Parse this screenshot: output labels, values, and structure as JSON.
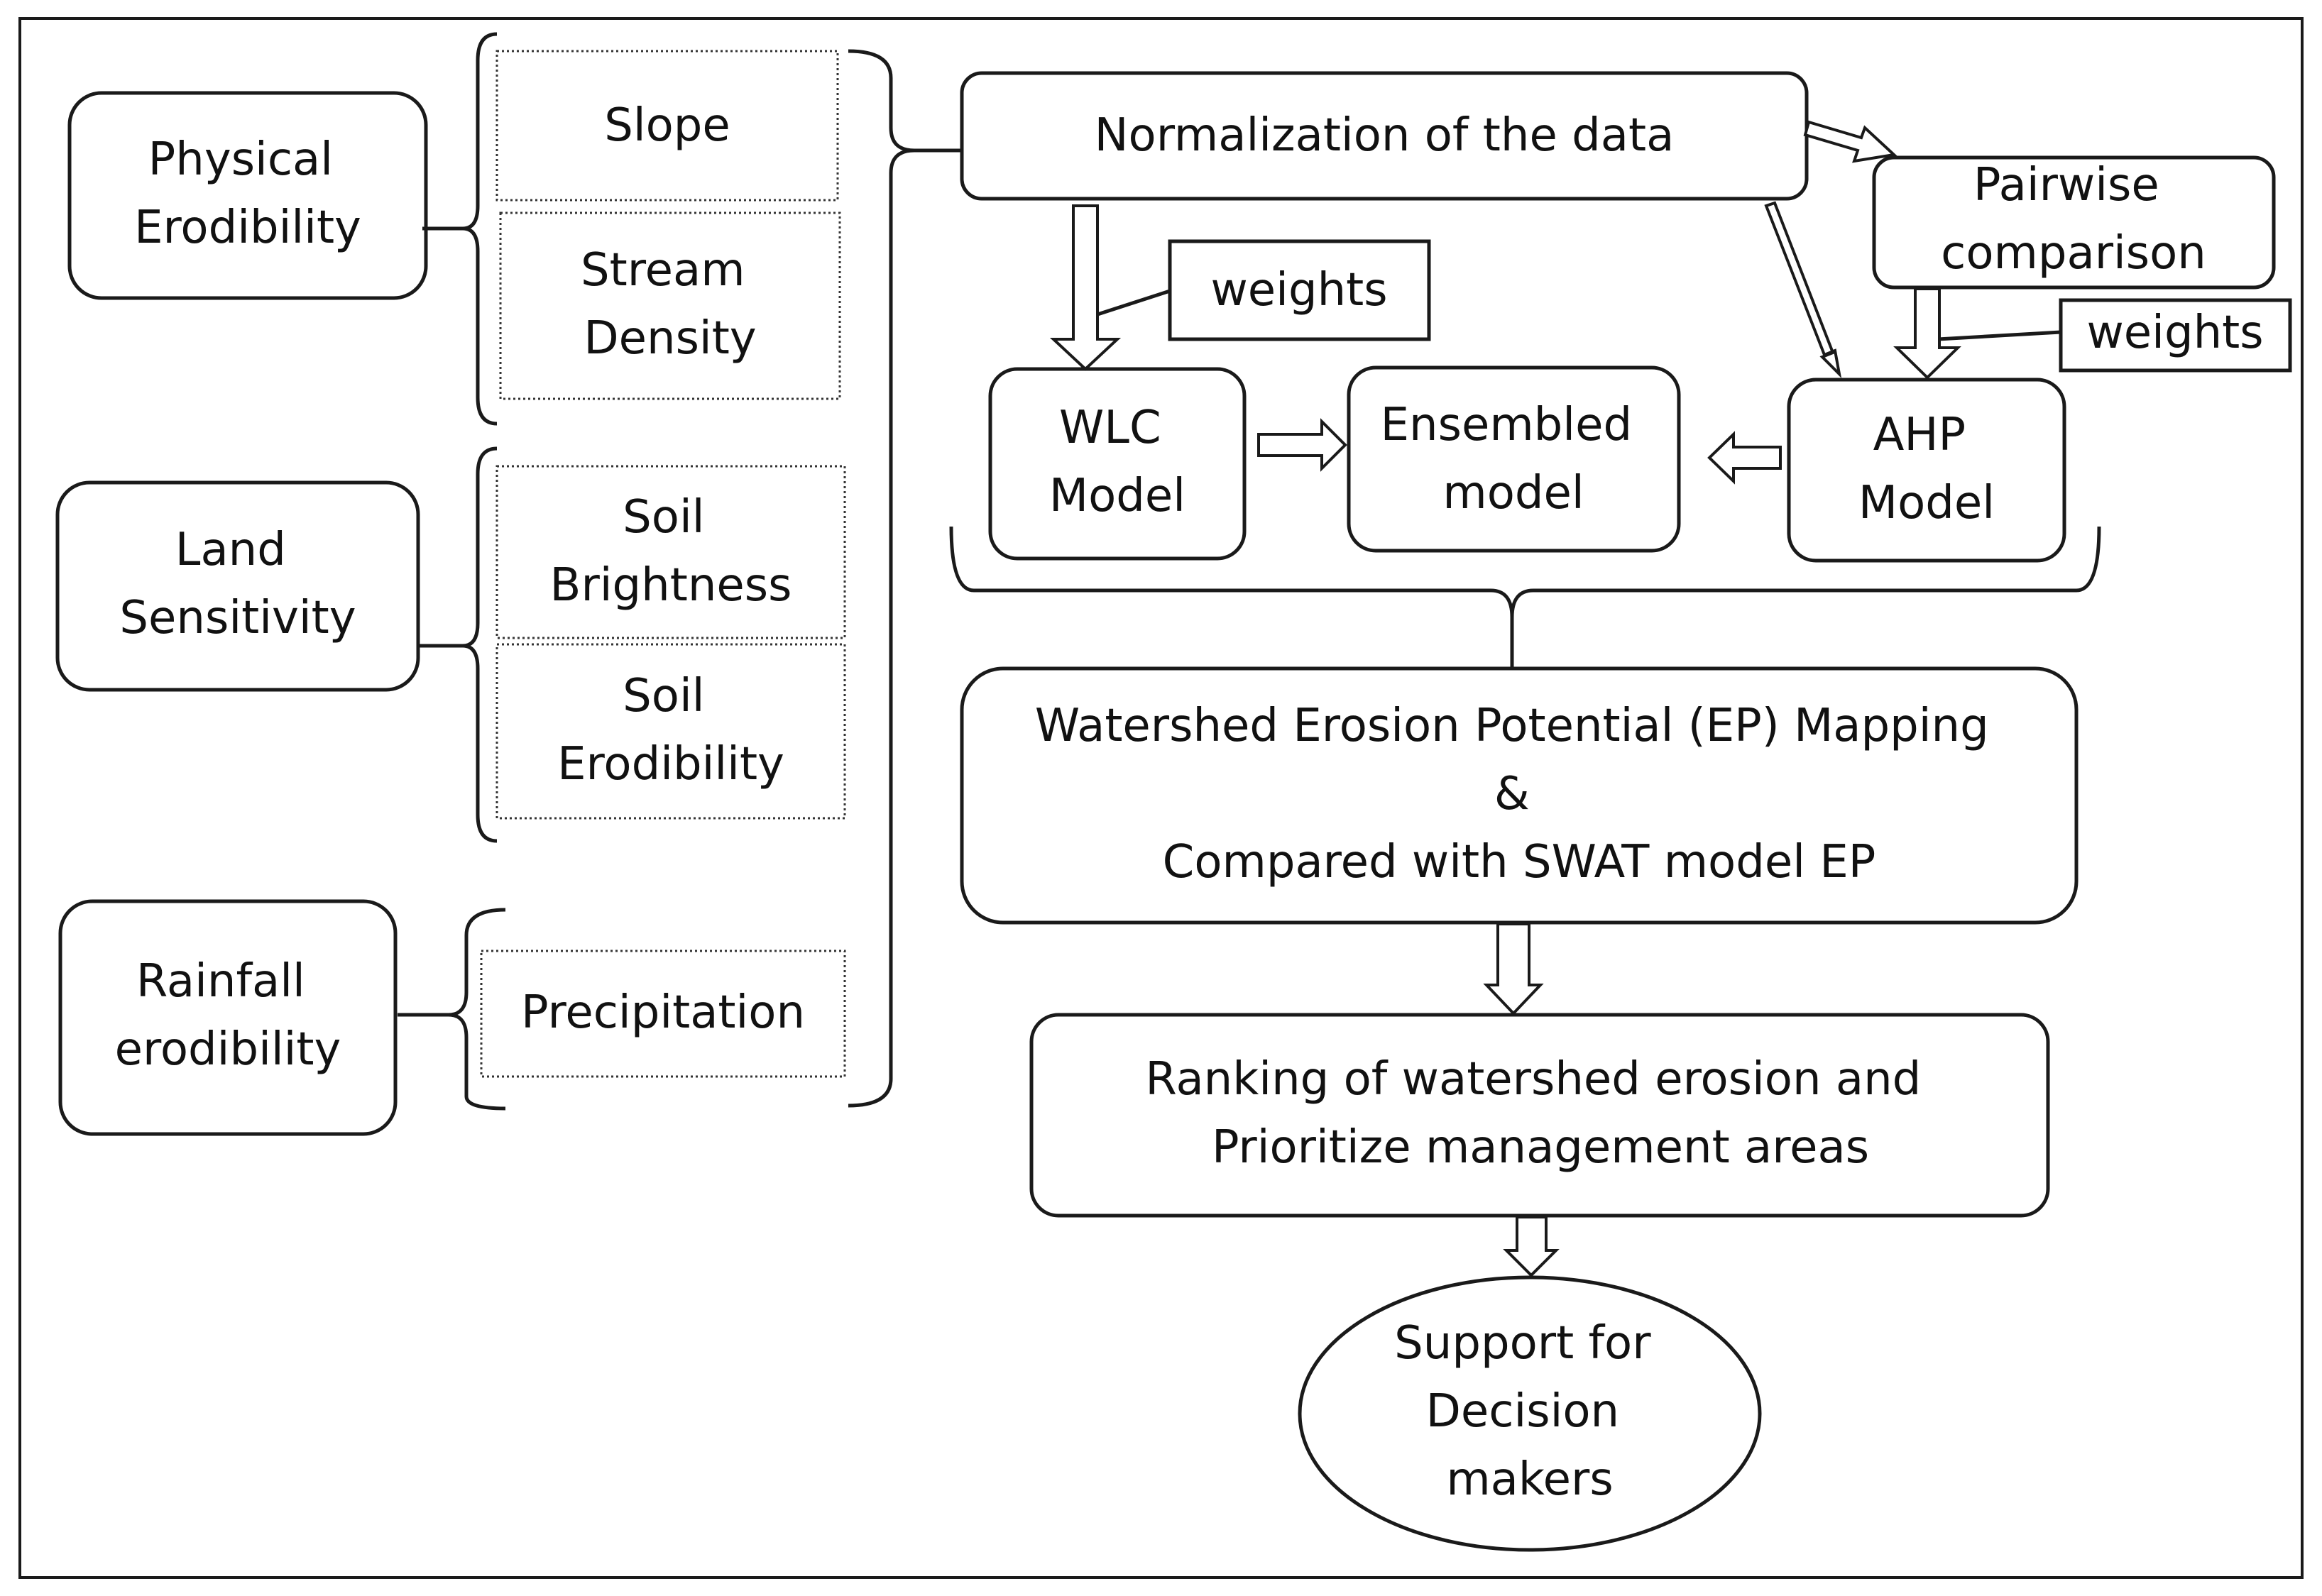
{
  "nodes": {
    "physical_erodibility": [
      "Physical",
      "Erodibility"
    ],
    "land_sensitivity": [
      "Land",
      "Sensitivity"
    ],
    "rainfall_erodibility": [
      "Rainfall",
      "erodibility"
    ],
    "slope": [
      "Slope"
    ],
    "stream_density": [
      "Stream",
      "Density"
    ],
    "soil_brightness": [
      "Soil",
      "Brightness"
    ],
    "soil_erodibility": [
      "Soil",
      "Erodibility"
    ],
    "precipitation": [
      "Precipitation"
    ],
    "normalization": [
      "Normalization of the data"
    ],
    "pairwise": [
      "Pairwise",
      "comparison"
    ],
    "weights_left": [
      "weights"
    ],
    "weights_right": [
      "weights"
    ],
    "wlc_model": [
      "WLC",
      "Model"
    ],
    "ensembled_model": [
      "Ensembled",
      "model"
    ],
    "ahp_model": [
      "AHP",
      "Model"
    ],
    "ep_mapping": [
      "Watershed Erosion Potential (EP) Mapping",
      "&",
      "Compared with SWAT model EP"
    ],
    "ranking": [
      "Ranking of watershed erosion and",
      "Prioritize management areas"
    ],
    "decision": [
      "Support for",
      "Decision",
      "makers"
    ]
  },
  "colors": {
    "stroke": "#1a1a1a",
    "fill": "#ffffff",
    "text": "#111111"
  }
}
